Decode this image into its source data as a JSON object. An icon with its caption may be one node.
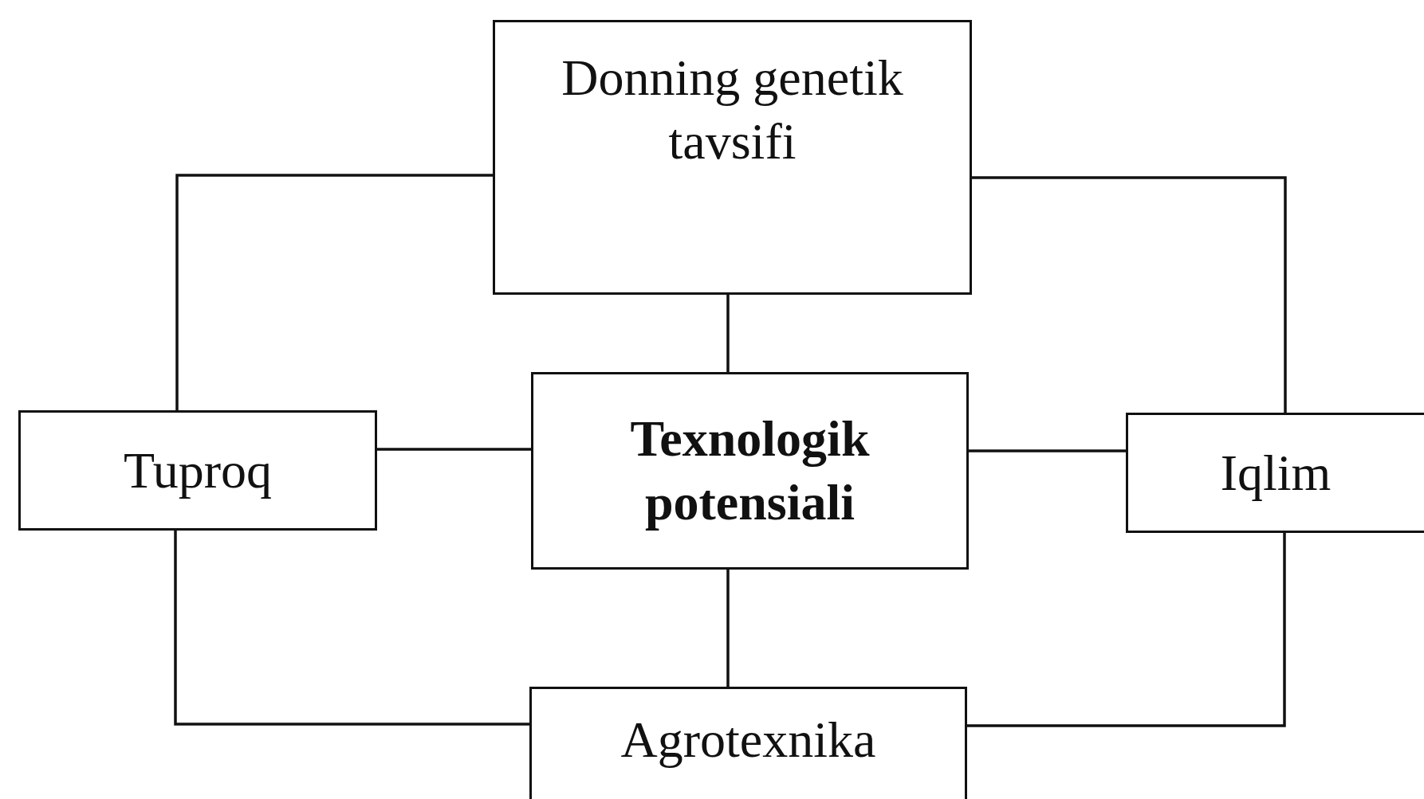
{
  "diagram": {
    "nodes": [
      {
        "text": [
          "Donning genetik tavsifi"
        ]
      },
      {
        "text": [
          "Tuproq"
        ]
      },
      {
        "text": [
          "Texnologik potensiali"
        ]
      },
      {
        "text": [
          "Iqlim"
        ]
      },
      {
        "text": [
          "Agrotexnika"
        ]
      }
    ],
    "edges": [
      {
        "from": 0,
        "to": 1,
        "arrow": "none"
      },
      {
        "from": 0,
        "to": 3,
        "arrow": "none"
      },
      {
        "from": 0,
        "to": 2,
        "arrow": "none"
      },
      {
        "from": 1,
        "to": 2,
        "arrow": "none"
      },
      {
        "from": 2,
        "to": 3,
        "arrow": "none"
      },
      {
        "from": 2,
        "to": 4,
        "arrow": "none"
      },
      {
        "from": 1,
        "to": 4,
        "arrow": "none"
      },
      {
        "from": 3,
        "to": 4,
        "arrow": "none"
      }
    ]
  }
}
